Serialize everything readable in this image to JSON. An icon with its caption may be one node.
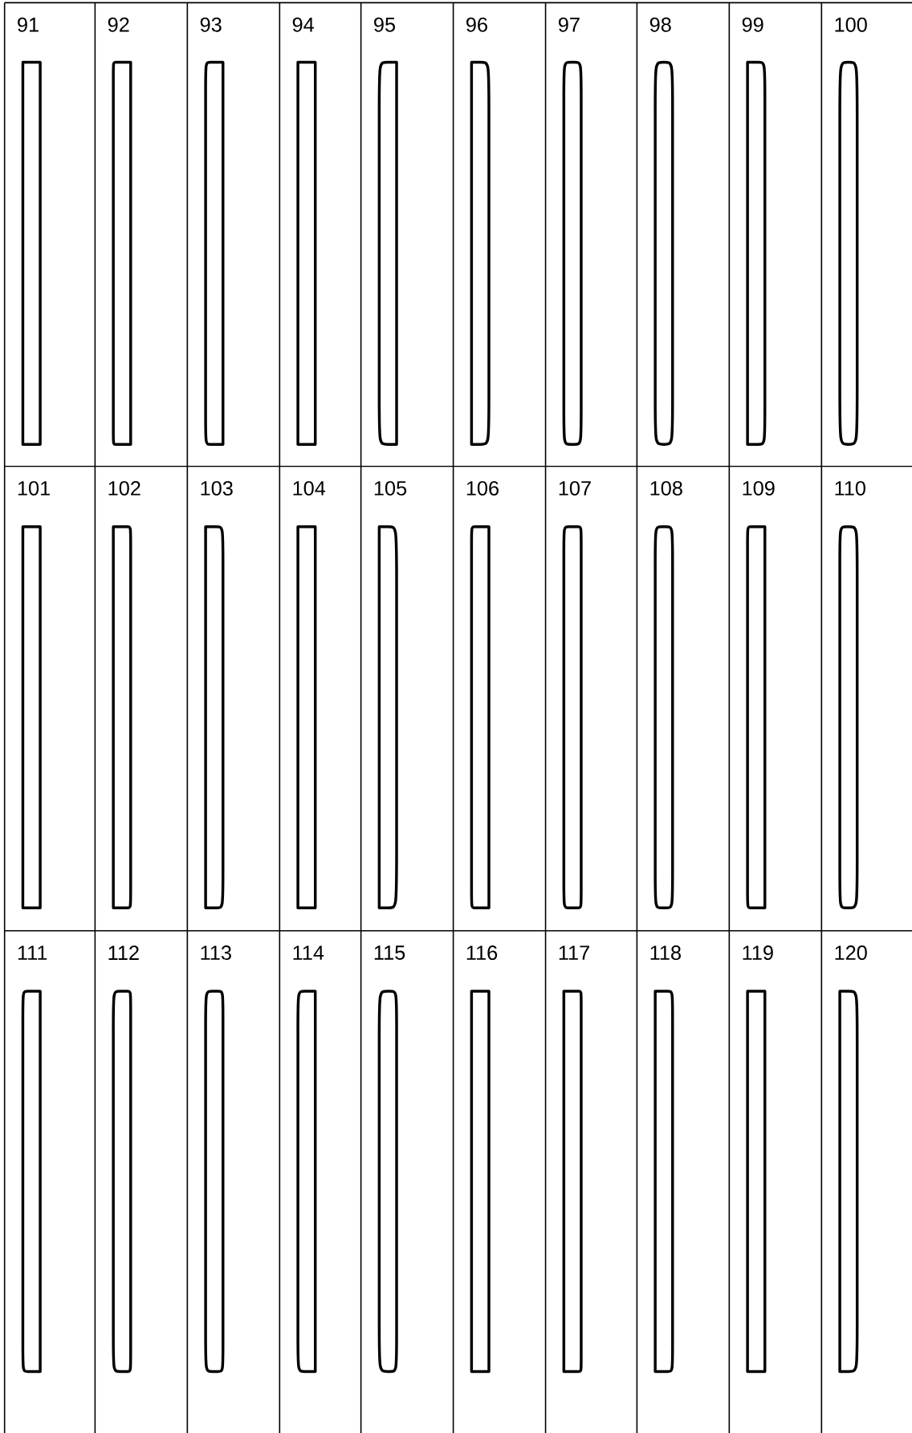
{
  "diagram": {
    "labels": [
      "91",
      "92",
      "93",
      "94",
      "95",
      "96",
      "97",
      "98",
      "99",
      "100",
      "101",
      "102",
      "103",
      "104",
      "105",
      "106",
      "107",
      "108",
      "109",
      "110",
      "111",
      "112",
      "113",
      "114",
      "115",
      "116",
      "117",
      "118",
      "119",
      "120"
    ]
  }
}
